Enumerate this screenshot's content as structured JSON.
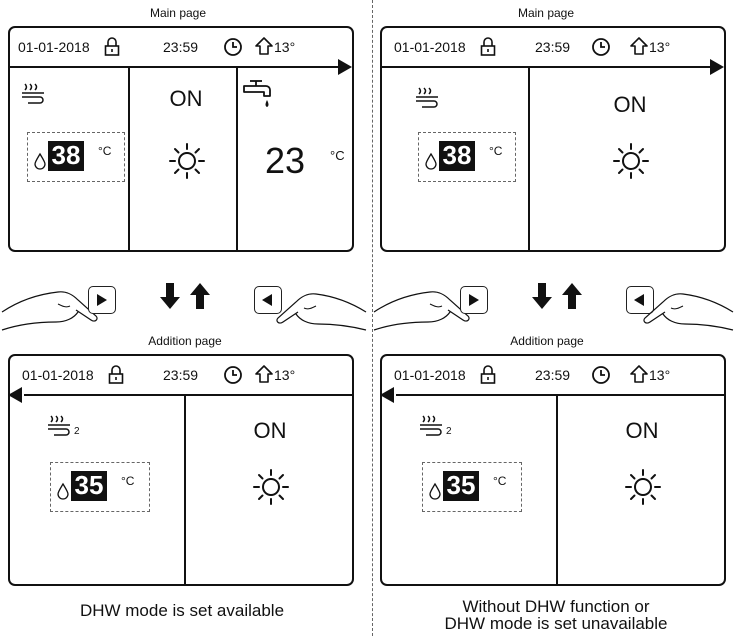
{
  "top_caption_left": "Main page",
  "top_caption_right": "Main page",
  "addition_caption_left": "Addition page",
  "addition_caption_right": "Addition page",
  "status": {
    "date": "01-01-2018",
    "time": "23:59",
    "outdoor_temp": "13°"
  },
  "panels": {
    "tl": {
      "on": "ON",
      "setpoint": "38",
      "unit": "°C",
      "dhw_temp": "23",
      "dhw_unit": "°C"
    },
    "tr": {
      "on": "ON",
      "setpoint": "38",
      "unit": "°C"
    },
    "bl": {
      "on": "ON",
      "setpoint": "35",
      "unit": "°C",
      "zone": "2"
    },
    "br": {
      "on": "ON",
      "setpoint": "35",
      "unit": "°C",
      "zone": "2"
    }
  },
  "footer_left": "DHW mode is set available",
  "footer_right_line1": "Without DHW function or",
  "footer_right_line2": "DHW mode is set unavailable",
  "icons": [
    "lock-icon",
    "clock-icon",
    "home-arrow-icon",
    "heating-icon",
    "sun-icon",
    "water-drop-icon",
    "tap-icon",
    "right-arrow-icon",
    "left-arrow-icon",
    "down-arrow-icon",
    "up-arrow-icon",
    "hand-icon"
  ]
}
